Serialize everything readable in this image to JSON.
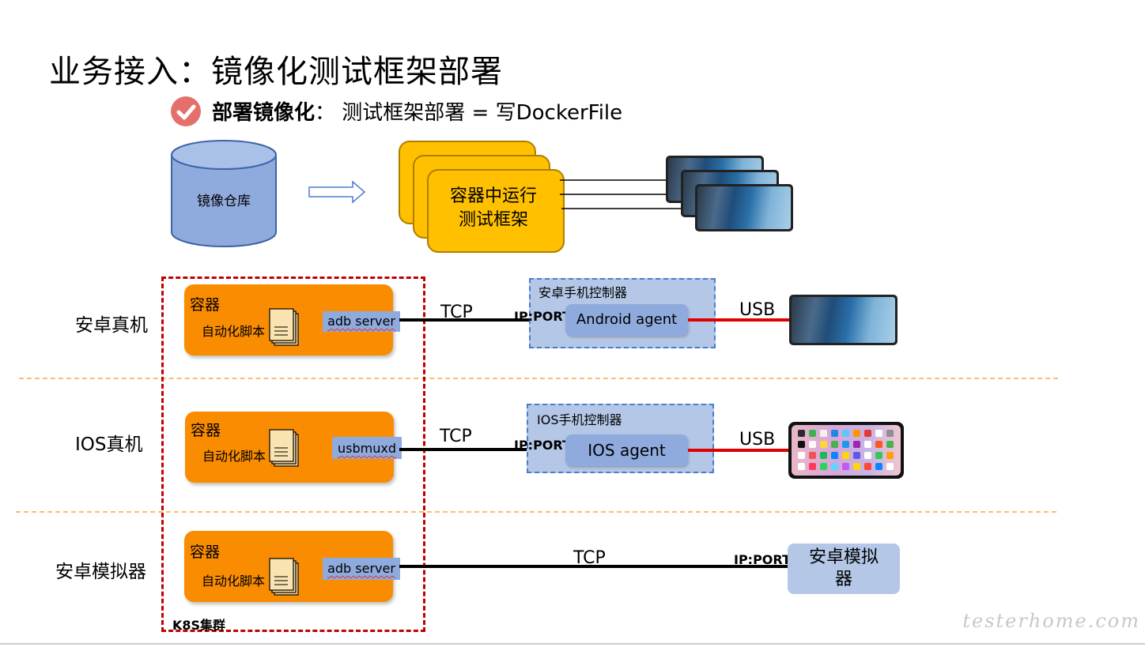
{
  "title": "业务接入：镜像化测试框架部署",
  "subtitle": {
    "bold": "部署镜像化",
    "rest": "： 测试框架部署 = 写DockerFile"
  },
  "image_repo": "镜像仓库",
  "container_run": "容器中运行测试框架",
  "rows": [
    {
      "label": "安卓真机",
      "container": "容器",
      "script": "自动化脚本",
      "server": "adb server",
      "tcp": "TCP",
      "controller": "安卓手机控制器",
      "ipport": "IP:PORT",
      "agent": "Android agent",
      "usb": "USB"
    },
    {
      "label": "IOS真机",
      "container": "容器",
      "script": "自动化脚本",
      "server": "usbmuxd",
      "tcp": "TCP",
      "controller": "IOS手机控制器",
      "ipport": "IP:PORT",
      "agent": "IOS agent",
      "usb": "USB"
    },
    {
      "label": "安卓模拟器",
      "container": "容器",
      "script": "自动化脚本",
      "server": "adb server",
      "tcp": "TCP",
      "ipport": "IP:PORT",
      "emulator": "安卓模拟器"
    }
  ],
  "cluster_label": "K8S集群",
  "watermark": "testerhome.com",
  "colors": {
    "container": "#f98c00",
    "card": "#ffc000",
    "controller": "#b4c7e7",
    "agent": "#8faadc",
    "usb_line": "#e00000",
    "cluster_border": "#c00000"
  }
}
